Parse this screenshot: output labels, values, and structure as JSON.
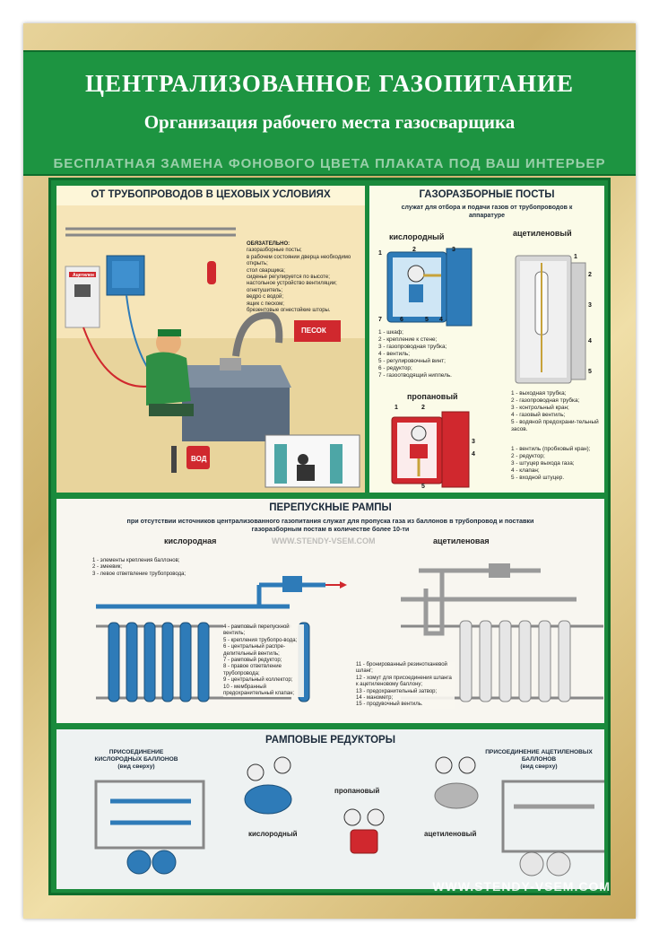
{
  "header": {
    "title": "ЦЕНТРАЛИЗОВАННОЕ ГАЗОПИТАНИЕ",
    "subtitle": "Организация рабочего места газосварщика",
    "promo": "БЕСПЛАТНАЯ ЗАМЕНА ФОНОВОГО ЦВЕТА ПЛАКАТА ПОД ВАШ ИНТЕРЬЕР"
  },
  "workshop": {
    "title": "ОТ ТРУБОПРОВОДОВ В ЦЕХОВЫХ УСЛОВИЯХ",
    "mandatory_title": "ОБЯЗАТЕЛЬНО:",
    "mandatory_items": [
      "газоразборные посты;",
      "в рабочем состоянии дверца необходимо открыть;",
      "стол сварщика;",
      "сиденье регулируется по высоте;",
      "настольное устройство вентиляции;",
      "огнетушитель;",
      "ведро с водой;",
      "ящик с песком;",
      "брезентовые огнестойкие шторы."
    ],
    "sand_label": "ПЕСОК",
    "water_label": "ВОД",
    "post_label": "Ацетилен"
  },
  "posts": {
    "title": "ГАЗОРАЗБОРНЫЕ ПОСТЫ",
    "description": "служат для отбора и подачи газов от трубопроводов к аппаратуре",
    "oxygen_label": "кислородный",
    "acetylene_label": "ацетиленовый",
    "propane_label": "пропановый",
    "oxygen_legend": [
      "1 - шкаф;",
      "2 - крепление к стене;",
      "3 - газопроводная трубка;",
      "4 - вентиль;",
      "5 - регулировочный винт;",
      "6 - редуктор;",
      "7 - газоотводящий ниппель."
    ],
    "acetylene_legend": [
      "1 - выходная трубка;",
      "2 - газопроводная трубка;",
      "3 - контрольный кран;",
      "4 - газовый вентиль;",
      "5 - водяной предохрани-тельный засов."
    ],
    "propane_legend": [
      "1 - вентиль (пробковый кран);",
      "2 - редуктор;",
      "3 - штуцер выхода газа;",
      "4 - клапан;",
      "5 - входной штуцер."
    ]
  },
  "ramps": {
    "title": "ПЕРЕПУСКНЫЕ РАМПЫ",
    "description": "при отсутствии источников централизованного газопитания служат для пропуска газа из баллонов в трубопровод и поставки газоразборным постам в количестве более 10-ти",
    "watermark": "WWW.STENDY-VSEM.COM",
    "oxygen_label": "кислородная",
    "acetylene_label": "ацетиленовая",
    "legend_a": [
      "1 - элементы крепления баллонов;",
      "2 - змеевик;",
      "3 - левое ответвление трубопровода;"
    ],
    "legend_b": [
      "4 - рамповый перепускной вентиль;",
      "5 - крепления трубопро-вода;",
      "6 - центральный распре-делительный вентиль;",
      "7 - рамповый редуктор;",
      "8 - правое ответвление трубопровода;",
      "9 - центральный коллектор;",
      "10 - мембранный предохранительный клапан;"
    ],
    "legend_c": [
      "11 - бронированный резинотканевой шланг;",
      "12 - хомут для присоединения шланга к ацетиленовому баллону;",
      "13 - предохранительный затвор;",
      "14 - манометр;",
      "15 - продувочный вентиль."
    ]
  },
  "reducers": {
    "title": "РАМПОВЫЕ РЕДУКТОРЫ",
    "oxygen_conn": "ПРИСОЕДИНЕНИЕ КИСЛОРОДНЫХ БАЛЛОНОВ",
    "acetylene_conn": "ПРИСОЕДИНЕНИЕ АЦЕТИЛЕНОВЫХ БАЛЛОНОВ",
    "top_view": "(вид сверху)",
    "oxygen_label": "кислородный",
    "propane_label": "пропановый",
    "acetylene_label": "ацетиленовый"
  },
  "footer": {
    "watermark": "WWW.STENDY-VSEM.COM"
  },
  "colors": {
    "header_green": "#1d9441",
    "frame_gold": "#cdb069",
    "oxygen_blue": "#2e7bb8",
    "acetylene_grey": "#c9c9c9",
    "propane_red": "#d0282e"
  }
}
